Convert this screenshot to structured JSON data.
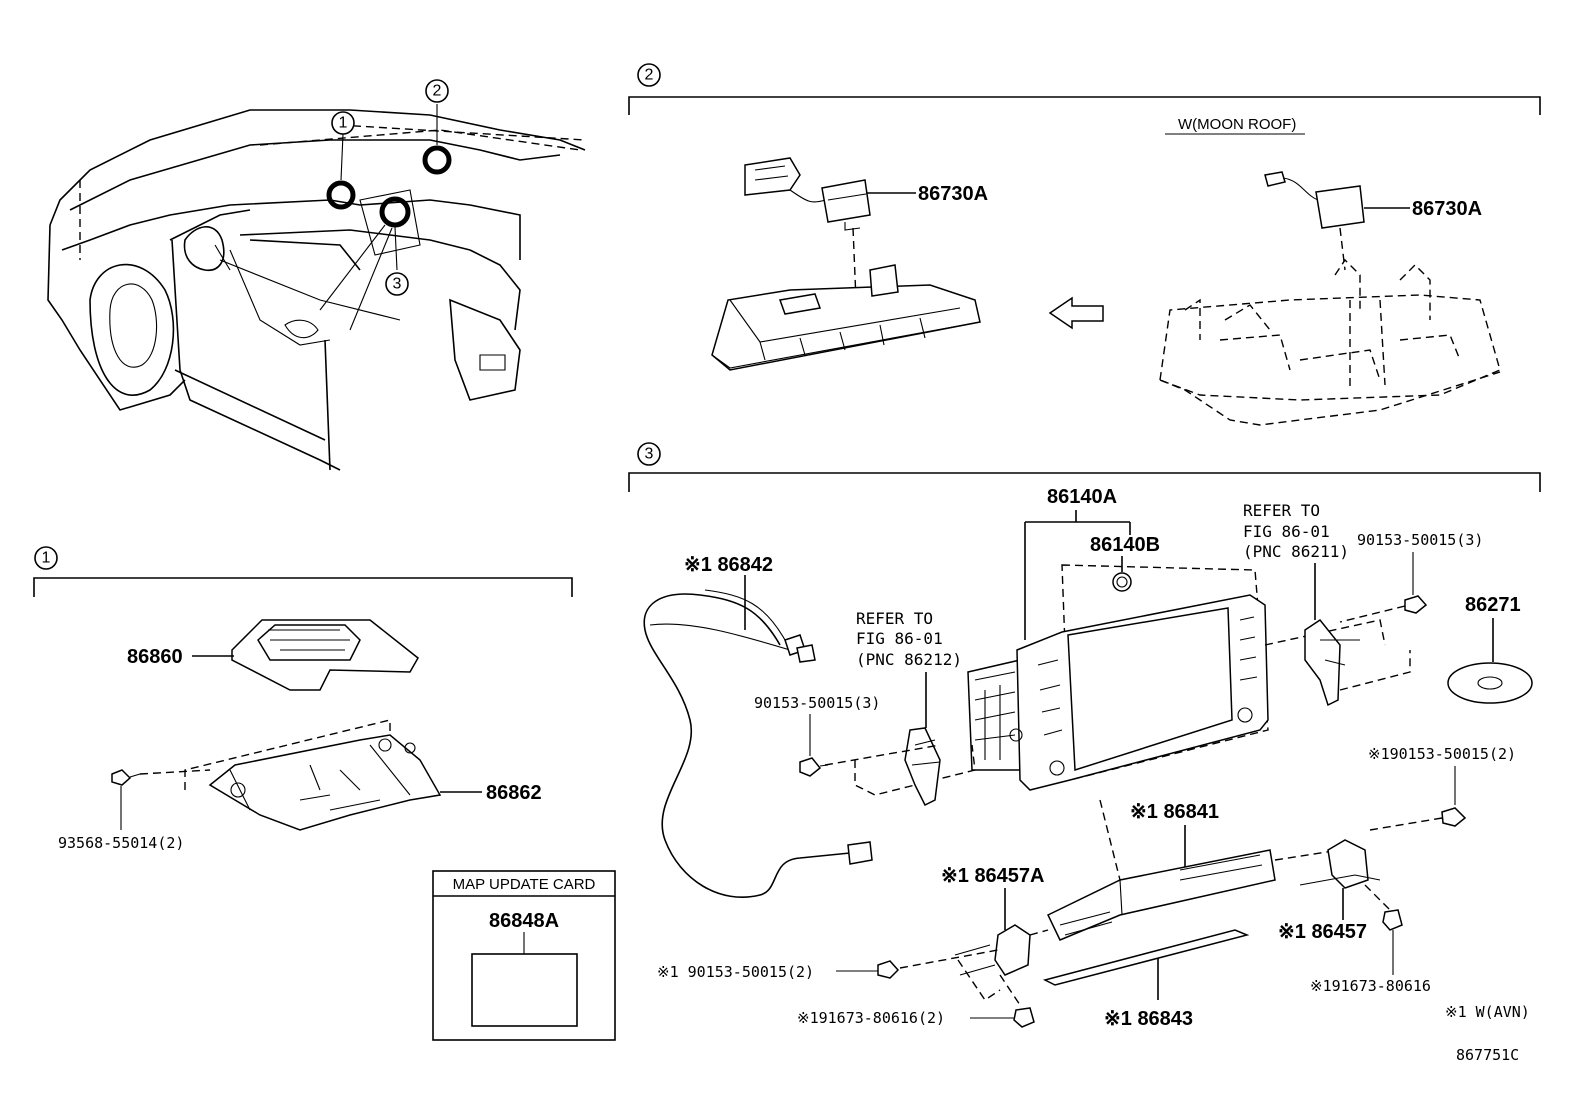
{
  "callouts": [
    "1",
    "2",
    "3"
  ],
  "section1": {
    "number": "1",
    "parts": [
      "86860",
      "86862",
      "93568-55014(2)"
    ]
  },
  "section2": {
    "number": "2",
    "variant_label": "W(MOON ROOF)",
    "parts": [
      "86730A",
      "86730A"
    ]
  },
  "section3": {
    "number": "3",
    "parts": {
      "p86140A": "86140A",
      "p86140B": "86140B",
      "p86842": "※1 86842",
      "p86271": "86271",
      "bolt_left": "90153-50015(3)",
      "bolt_right": "90153-50015(3)",
      "bolt_right_lower": "※190153-50015(2)",
      "p86841": "※1 86841",
      "p86457A": "※1 86457A",
      "p86457": "※1 86457",
      "bolt_bottom_left": "※1 90153-50015(2)",
      "screw_bottom_left": "※191673-80616(2)",
      "screw_bottom_right": "※191673-80616",
      "p86843": "※1 86843"
    },
    "refer_left": [
      "REFER TO",
      "FIG 86-01",
      "(PNC 86212)"
    ],
    "refer_right": [
      "REFER TO",
      "FIG 86-01",
      "(PNC 86211)"
    ]
  },
  "map_card": {
    "title": "MAP UPDATE CARD",
    "part": "86848A"
  },
  "footnote": "※1 W(AVN)",
  "figure_id": "867751C"
}
